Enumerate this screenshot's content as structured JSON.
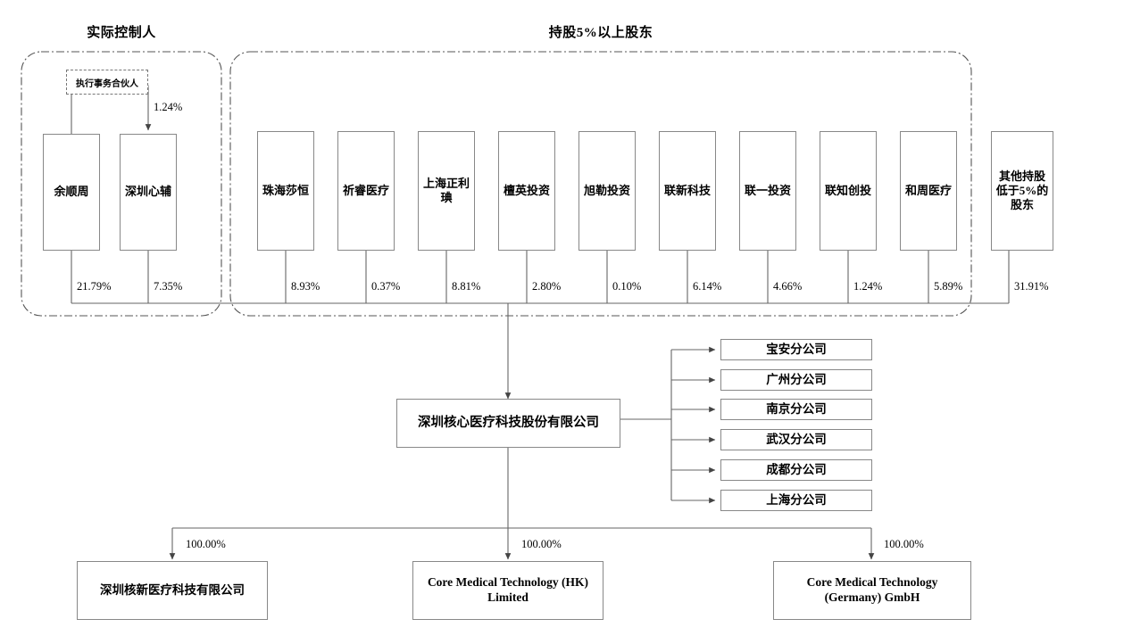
{
  "diagram": {
    "title_actual_controller": "实际控制人",
    "title_major_shareholders": "持股5%以上股东",
    "partner_label": "执行事务合伙人",
    "partner_pct": "1.24%",
    "controllers": [
      {
        "name": "余顺周",
        "pct": "21.79%"
      },
      {
        "name": "深圳心辅",
        "pct": "7.35%"
      }
    ],
    "shareholders": [
      {
        "name": "珠海莎恒",
        "pct": "8.93%"
      },
      {
        "name": "祈睿医疗",
        "pct": "0.37%"
      },
      {
        "name": "上海正利琠",
        "pct": "8.81%"
      },
      {
        "name": "檀英投资",
        "pct": "2.80%"
      },
      {
        "name": "旭勒投资",
        "pct": "0.10%"
      },
      {
        "name": "联新科技",
        "pct": "6.14%"
      },
      {
        "name": "联一投资",
        "pct": "4.66%"
      },
      {
        "name": "联知创投",
        "pct": "1.24%"
      },
      {
        "name": "和周医疗",
        "pct": "5.89%"
      }
    ],
    "other_shareholders": {
      "name": "其他持股低于5%的股东",
      "pct": "31.91%"
    },
    "company": "深圳核心医疗科技股份有限公司",
    "branches": [
      "宝安分公司",
      "广州分公司",
      "南京分公司",
      "武汉分公司",
      "成都分公司",
      "上海分公司"
    ],
    "subsidiaries": [
      {
        "name": "深圳核新医疗科技有限公司",
        "pct": "100.00%"
      },
      {
        "name": "Core Medical Technology (HK) Limited",
        "pct": "100.00%"
      },
      {
        "name": "Core Medical Technology (Germany) GmbH",
        "pct": "100.00%"
      }
    ],
    "colors": {
      "line": "#666666",
      "box_border": "#888888",
      "dashed_group": "#555555",
      "text": "#000000"
    }
  }
}
